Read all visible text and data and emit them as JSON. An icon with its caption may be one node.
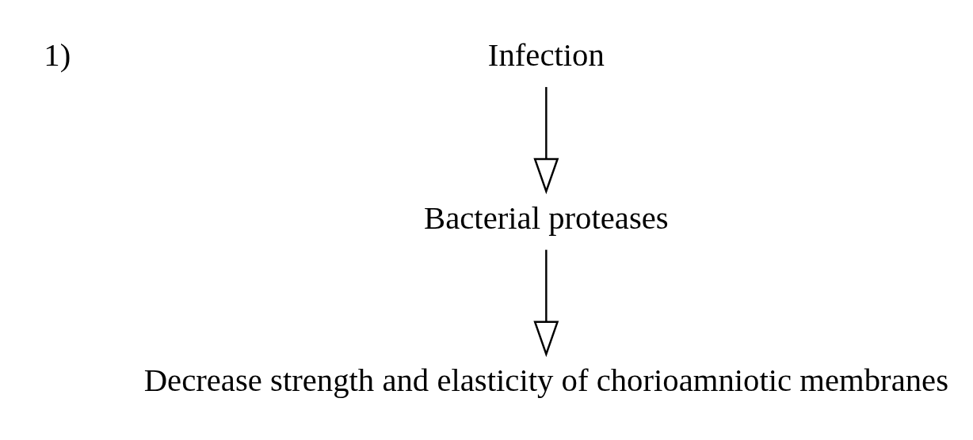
{
  "diagram": {
    "nodes": [
      {
        "text": [
          "Infection"
        ]
      },
      {
        "text": [
          "Bacterial proteases"
        ]
      },
      {
        "text": [
          "Decrease strength and elasticity of chorioamniotic membranes"
        ]
      }
    ],
    "edges": [
      {
        "from": 0,
        "to": 1,
        "arrow": "to"
      },
      {
        "from": 1,
        "to": 2,
        "arrow": "to"
      }
    ],
    "labels": [
      "1)"
    ]
  }
}
